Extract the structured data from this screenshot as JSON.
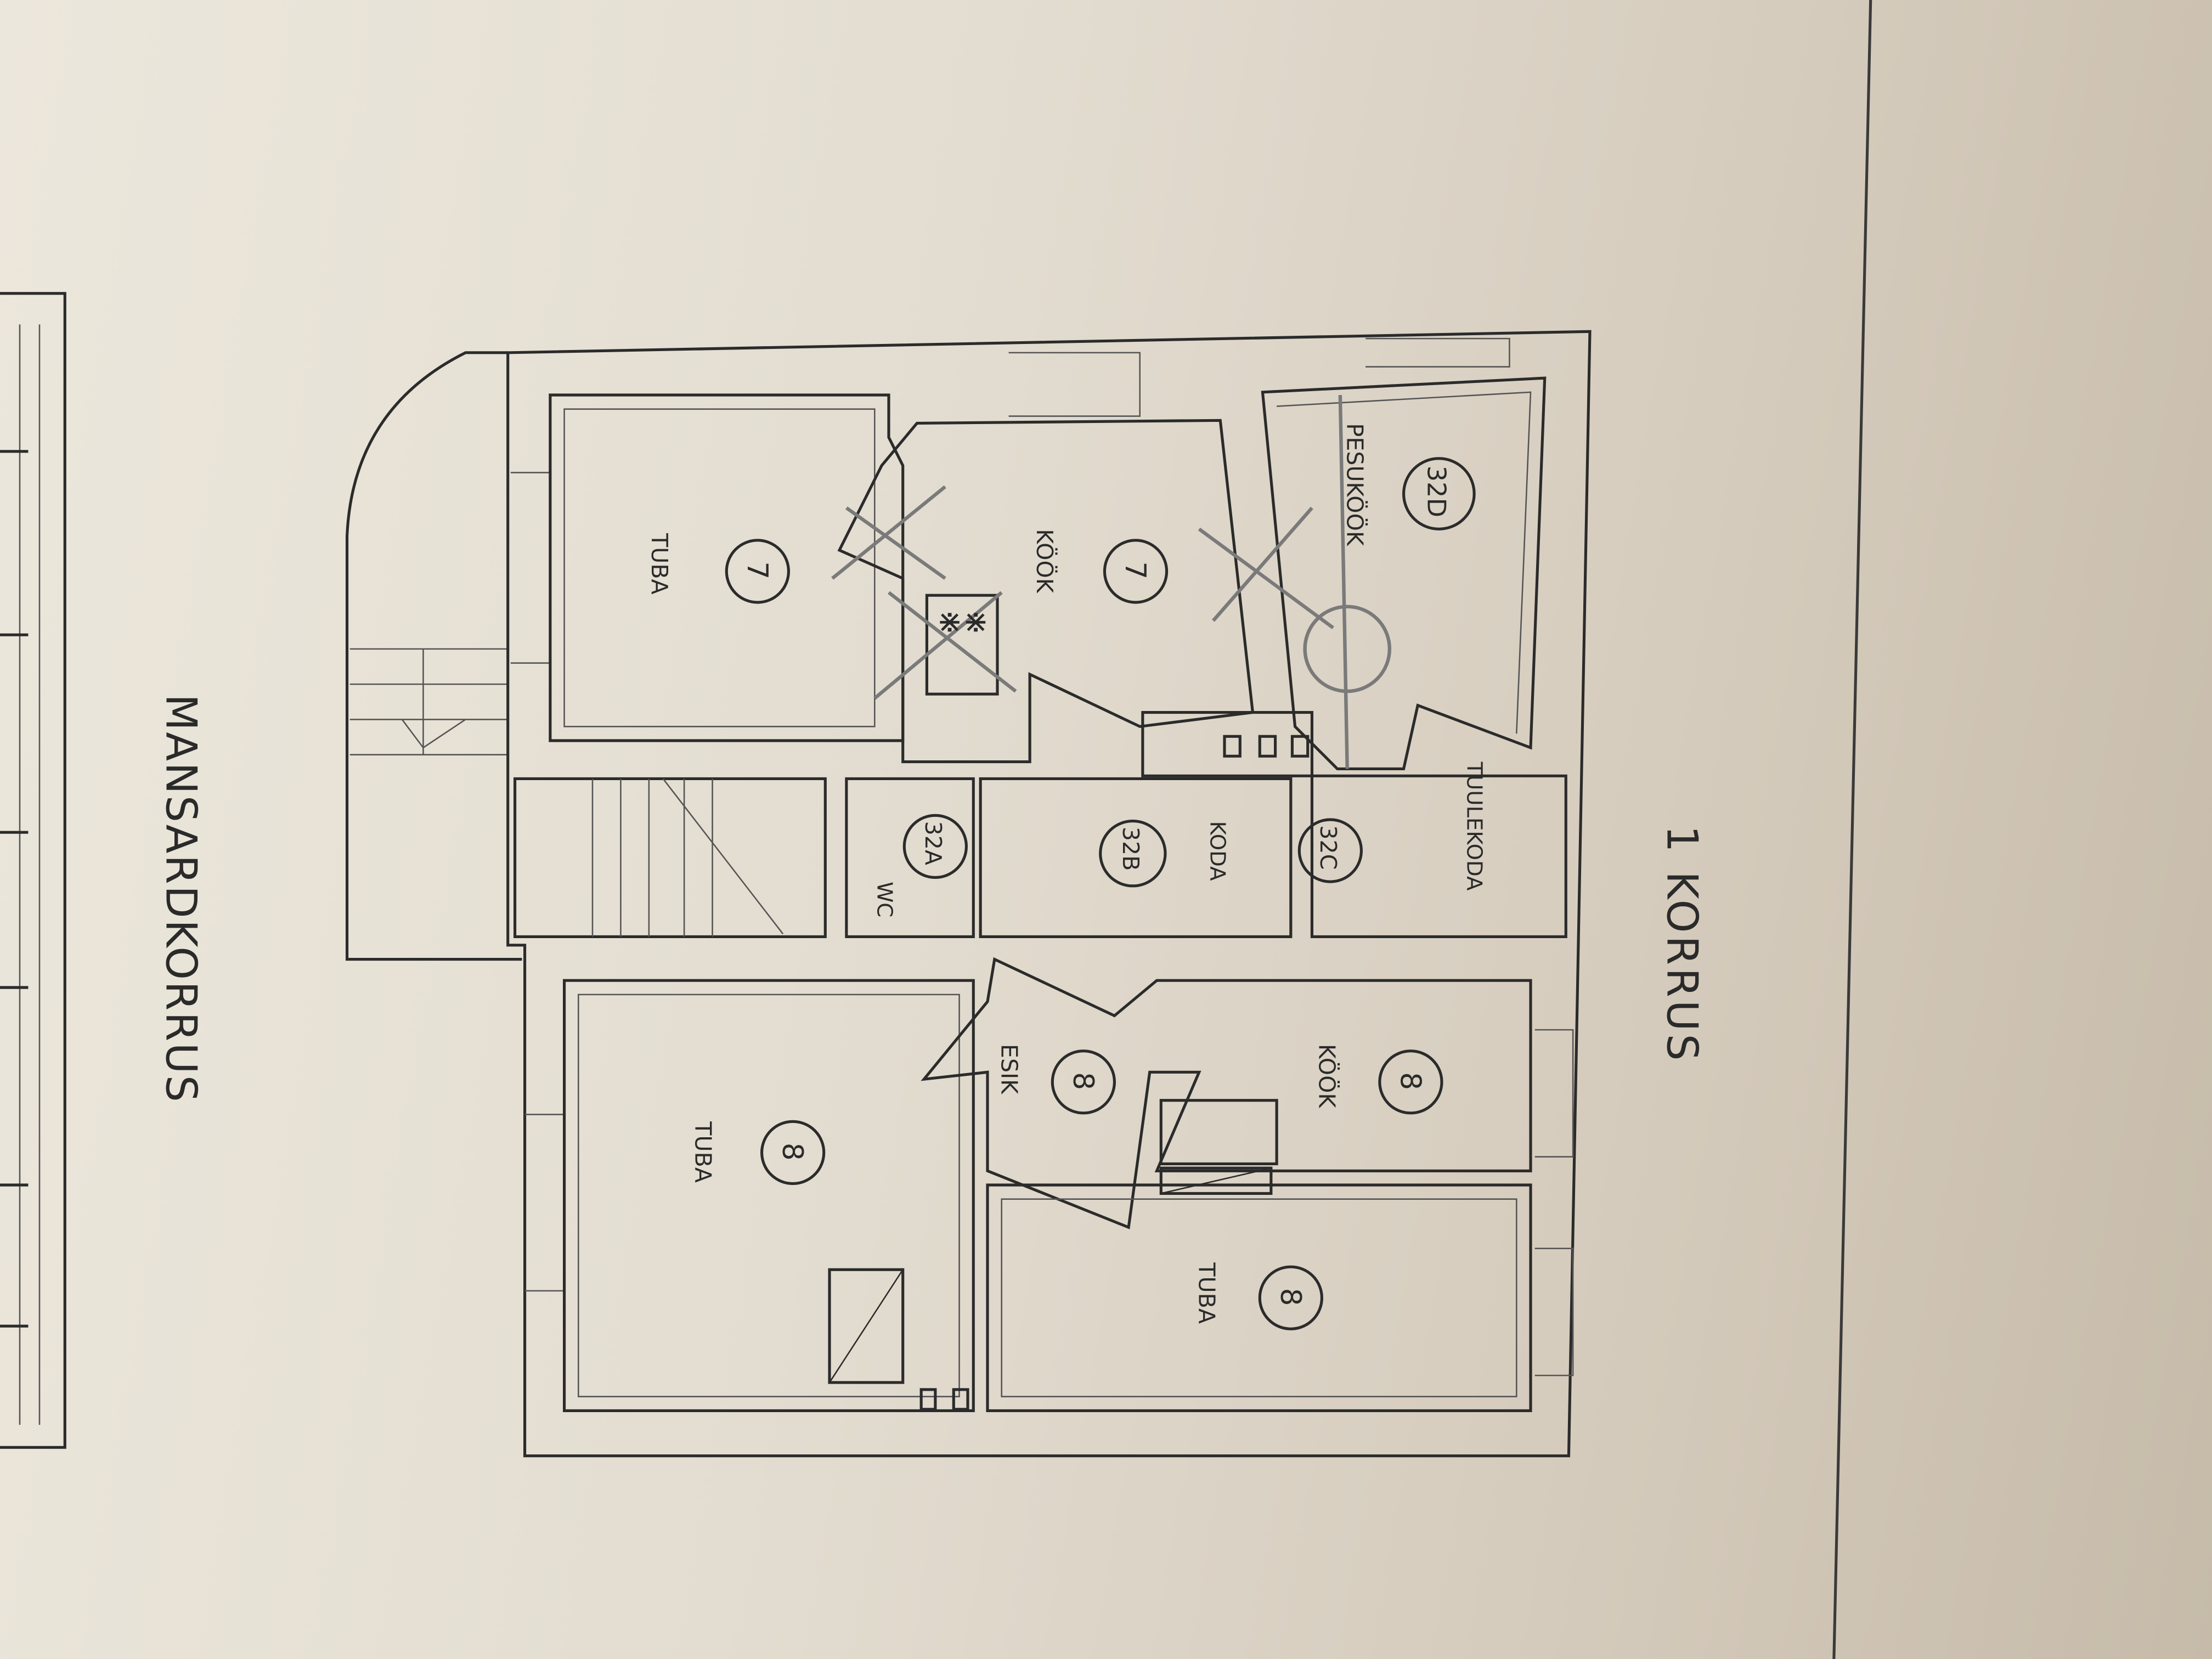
{
  "titles": {
    "left_floor": "MANSARDKORRUS",
    "main_floor": "1 KORRUS"
  },
  "rooms": [
    {
      "name": "TUBA",
      "number": "7"
    },
    {
      "name": "KÖÖK",
      "number": "7"
    },
    {
      "name": "PESUKÖÖK",
      "number": "32D"
    },
    {
      "name": "WC",
      "number": "32A"
    },
    {
      "name": "KODA",
      "number": "32B"
    },
    {
      "name": "",
      "number": "32C"
    },
    {
      "name": "TUULEKODA",
      "number": ""
    },
    {
      "name": "ESIK",
      "number": "8"
    },
    {
      "name": "TUBA",
      "number": "8"
    },
    {
      "name": "KÖÖK",
      "number": "8"
    },
    {
      "name": "TUBA",
      "number": "8"
    }
  ],
  "colors": {
    "ink": "#2b2b2b",
    "paper": "#e3ddd1",
    "strike": "#7a7a7a"
  }
}
